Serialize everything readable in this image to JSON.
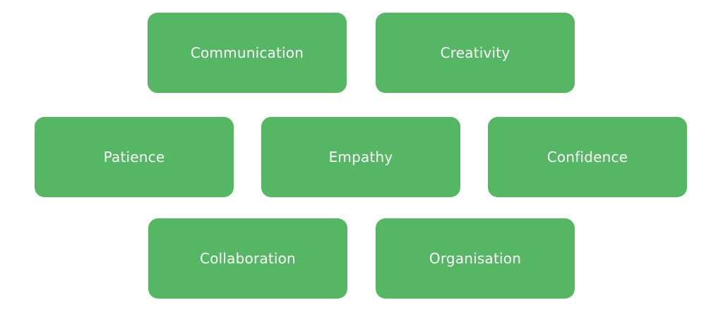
{
  "theme": {
    "card_color": "#55b763",
    "text_color": "#ffffff"
  },
  "skills": [
    {
      "label": "Communication"
    },
    {
      "label": "Creativity"
    },
    {
      "label": "Patience"
    },
    {
      "label": "Empathy"
    },
    {
      "label": "Confidence"
    },
    {
      "label": "Collaboration"
    },
    {
      "label": "Organisation"
    }
  ]
}
